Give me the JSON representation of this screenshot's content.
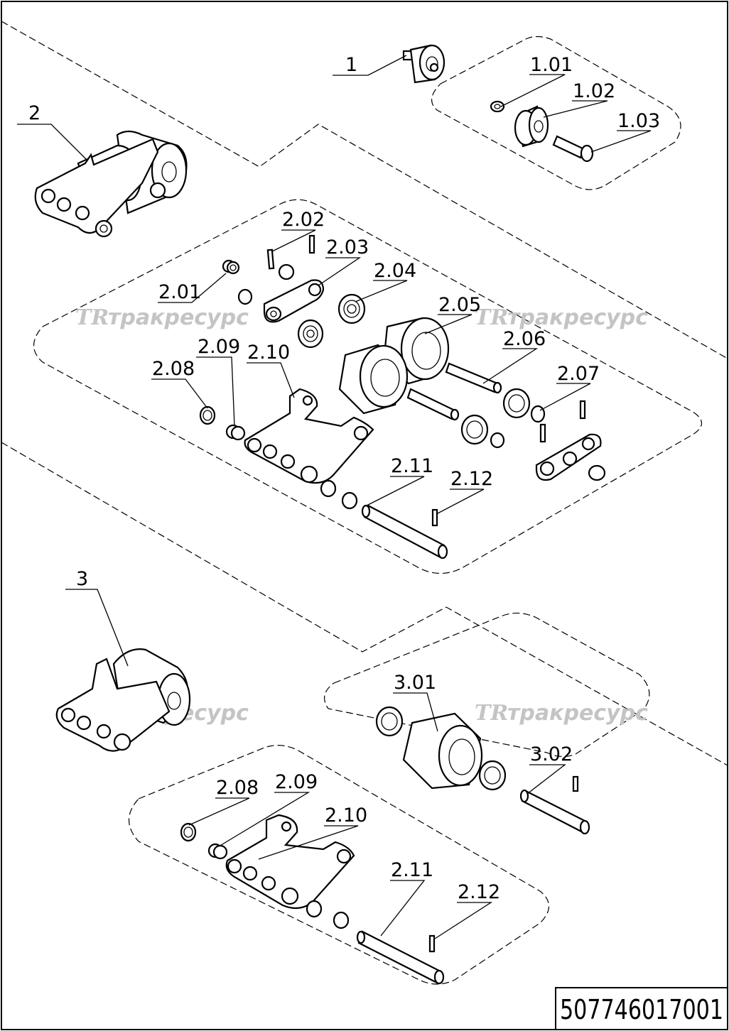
{
  "document_number": "507746017001",
  "watermark": {
    "logo": "TR",
    "text": "тракресурс"
  },
  "labels": {
    "l1": "1",
    "l101": "1.01",
    "l102": "1.02",
    "l103": "1.03",
    "l2": "2",
    "l201": "2.01",
    "l202": "2.02",
    "l203": "2.03",
    "l204": "2.04",
    "l205": "2.05",
    "l206": "2.06",
    "l207": "2.07",
    "l208": "2.08",
    "l209": "2.09",
    "l210": "2.10",
    "l211": "2.11",
    "l212": "2.12",
    "l3": "3",
    "l301": "3.01",
    "l302": "3.02",
    "l208b": "2.08",
    "l209b": "2.09",
    "l210b": "2.10",
    "l211b": "2.11",
    "l212b": "2.12"
  }
}
